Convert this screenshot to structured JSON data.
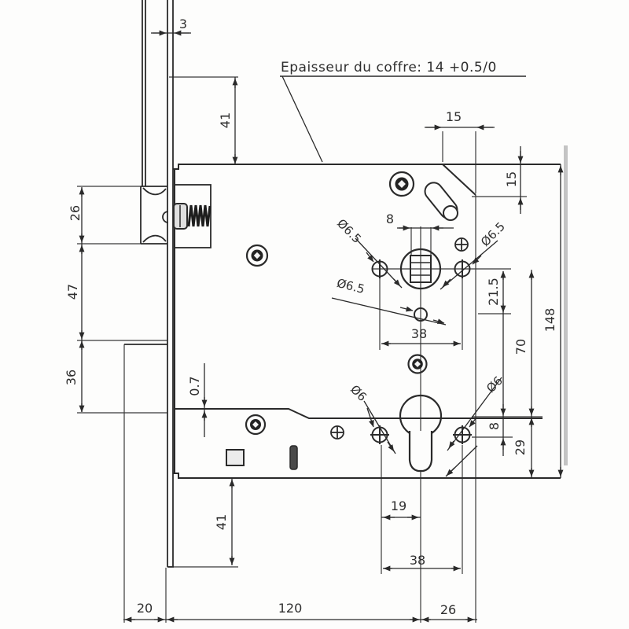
{
  "note": {
    "text": "Epaisseur du coffre: 14 +0.5/0"
  },
  "dims": {
    "top_gap": "3",
    "top_overhang": "41",
    "latch_height": "26",
    "latch_to_deadbolt": "47",
    "deadbolt_height": "36",
    "step": "0.7",
    "bottom_overhang": "41",
    "bolt_throw": "20",
    "backset": "120",
    "cyl_to_ref": "26",
    "chamfer_w": "15",
    "chamfer_h": "15",
    "body_height": "148",
    "post_to_hole": "21.5",
    "post_to_cyl": "70",
    "follower_sq": "8",
    "cyl_to_post": "8",
    "cyl_to_bottom": "29",
    "hole_to_cyl": "19",
    "posts_mid": "38",
    "posts_bottom": "38",
    "dia_upper_left": "Ø6.5",
    "dia_upper_right": "Ø6.5",
    "dia_center": "Ø6.5",
    "dia_lower_left": "Ø6",
    "dia_lower_right": "Ø6"
  },
  "colors": {
    "line": "#2a2a2a",
    "scan_band": "#b5b5b5"
  }
}
